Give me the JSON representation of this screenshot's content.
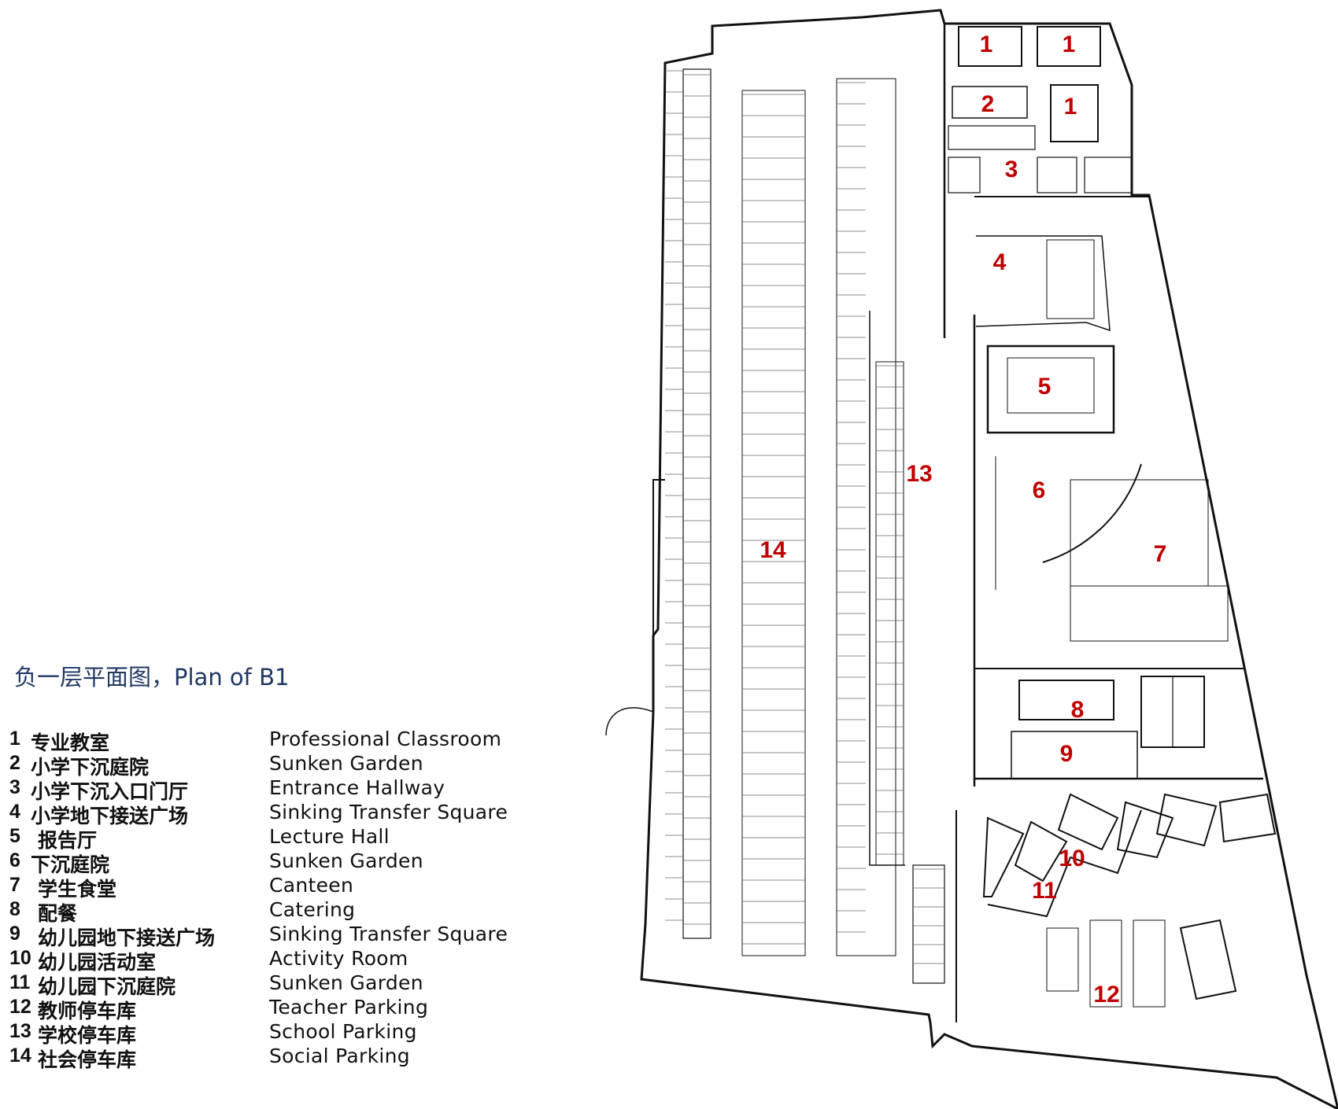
{
  "title": "负一层平面图，Plan of B1",
  "legend": [
    {
      "num": "1",
      "cn": "专业教室",
      "en": "Professional Classroom"
    },
    {
      "num": "2",
      "cn": "小学下沉庭院",
      "en": "Sunken Garden"
    },
    {
      "num": "3",
      "cn": "小学下沉入口门厅",
      "en": "Entrance Hallway"
    },
    {
      "num": "4",
      "cn": "小学地下接送广场",
      "en": "Sinking Transfer Square"
    },
    {
      "num": "5",
      "cn": "报告厅",
      "en": "Lecture Hall"
    },
    {
      "num": "6",
      "cn": "下沉庭院",
      "en": "Sunken Garden"
    },
    {
      "num": "7",
      "cn": "学生食堂",
      "en": "Canteen"
    },
    {
      "num": "8",
      "cn": "配餐",
      "en": "Catering"
    },
    {
      "num": "9",
      "cn": "幼儿园地下接送广场",
      "en": "Sinking Transfer Square"
    },
    {
      "num": "10",
      "cn": "幼儿园活动室",
      "en": "Activity  Room"
    },
    {
      "num": "11",
      "cn": "幼儿园下沉庭院",
      "en": "Sunken  Garden"
    },
    {
      "num": "12",
      "cn": "教师停车库",
      "en": "Teacher  Parking"
    },
    {
      "num": "13",
      "cn": "学校停车库",
      "en": "School  Parking"
    },
    {
      "num": "14",
      "cn": "社会停车库",
      "en": "Social  Parking"
    }
  ],
  "plan_labels": {
    "l1a": "1",
    "l1b": "1",
    "l1c": "1",
    "l2": "2",
    "l3": "3",
    "l4": "4",
    "l5": "5",
    "l6": "6",
    "l7": "7",
    "l8": "8",
    "l9": "9",
    "l10": "10",
    "l11": "11",
    "l12": "12",
    "l13": "13",
    "l14": "14"
  },
  "colors": {
    "label": "#c00000",
    "title": "#1f3864",
    "line": "#111111"
  }
}
